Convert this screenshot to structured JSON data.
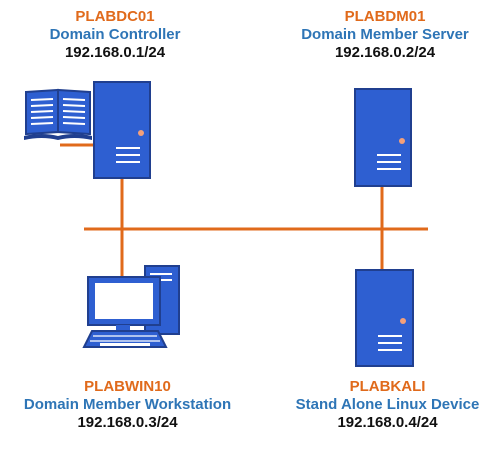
{
  "nodes": {
    "dc": {
      "host": "PLABDC01",
      "role": "Domain Controller",
      "ip": "192.168.0.1/24"
    },
    "dm": {
      "host": "PLABDM01",
      "role": "Domain Member Server",
      "ip": "192.168.0.2/24"
    },
    "win": {
      "host": "PLABWIN10",
      "role": "Domain Member Workstation",
      "ip": "192.168.0.3/24"
    },
    "kali": {
      "host": "PLABKALI",
      "role": "Stand Alone Linux Device",
      "ip": "192.168.0.4/24"
    }
  },
  "colors": {
    "link": "#e06a1b",
    "device": "#2e5fd1",
    "device_edge": "#203f8f",
    "hostname": "#e06a1b",
    "role": "#2e75b6"
  },
  "icons": {
    "dc": "server-icon",
    "directory": "book-icon",
    "dm": "server-icon",
    "win": "workstation-icon",
    "kali": "server-icon"
  }
}
